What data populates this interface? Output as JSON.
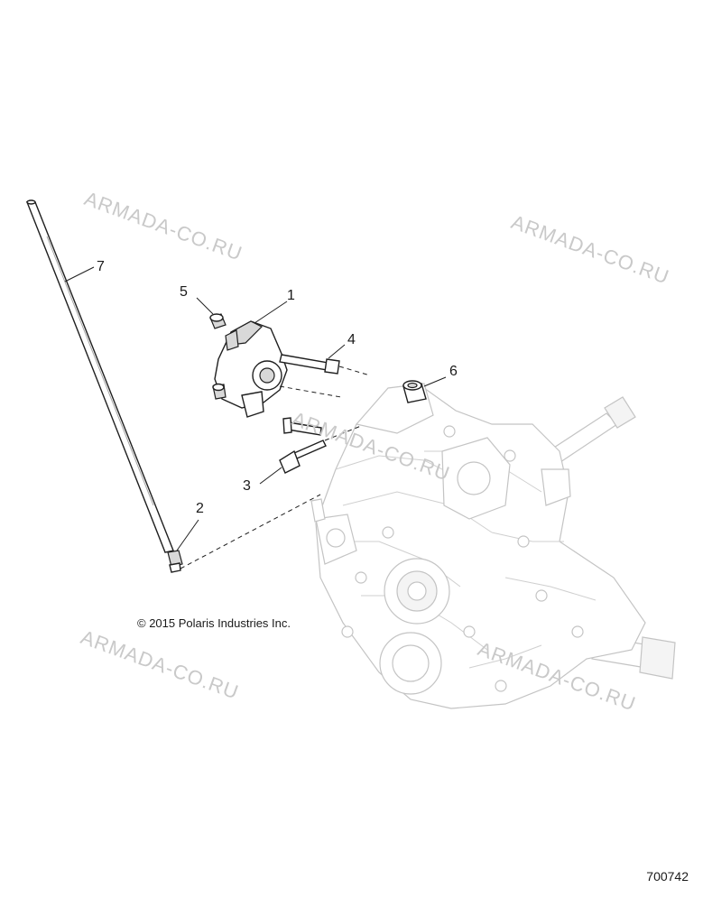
{
  "watermark": "ARMADA-CO.RU",
  "copyright": "© 2015 Polaris Industries Inc.",
  "diagram_number": "700742",
  "callouts": [
    "1",
    "2",
    "3",
    "4",
    "5",
    "6",
    "7"
  ]
}
